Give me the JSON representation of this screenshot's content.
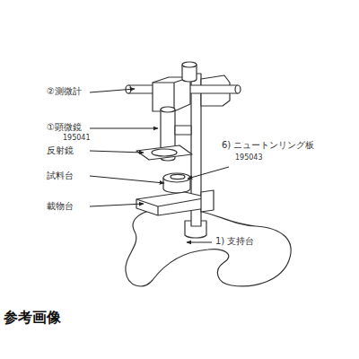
{
  "diagram": {
    "caption": "参考画像",
    "labels": [
      "②測微計",
      "①顕微鏡",
      "195041",
      "反射鏡",
      "試料台",
      "載物台",
      "6) ニュートンリング板",
      "195043",
      "1) 支持台"
    ]
  }
}
